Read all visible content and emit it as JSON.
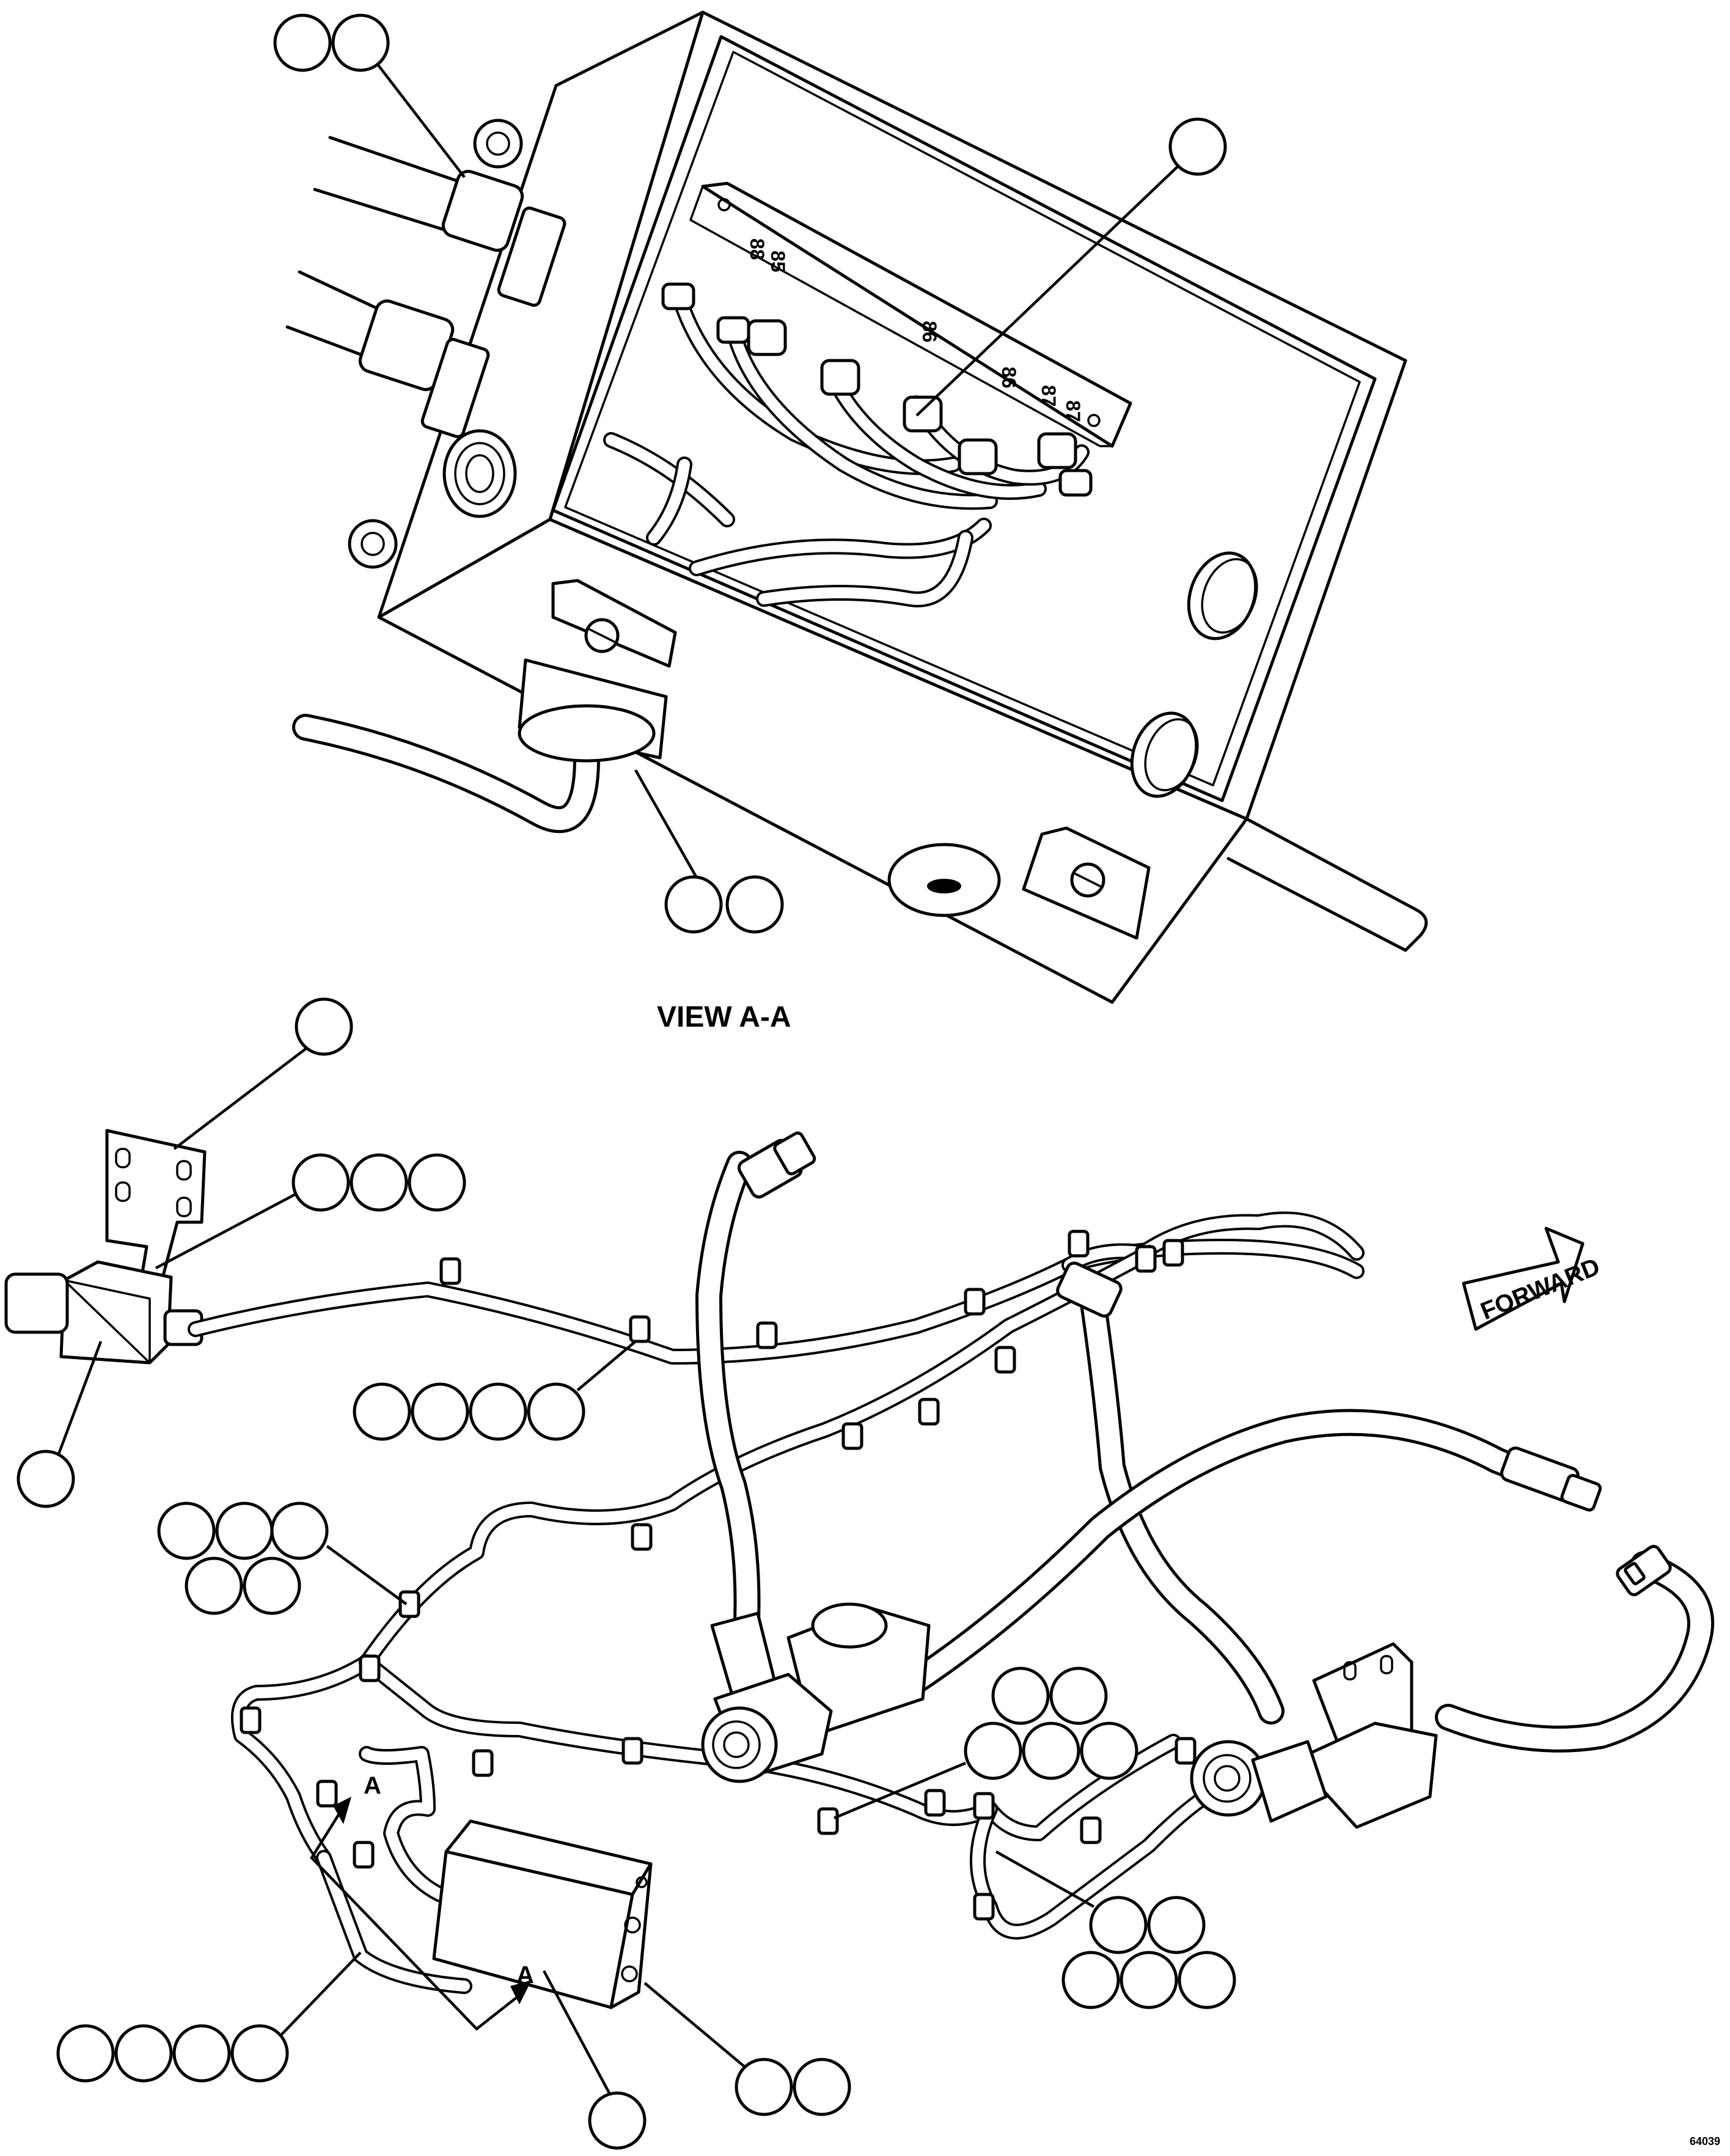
{
  "view_label": "VIEW A-A",
  "section_letter_upper": "A",
  "section_letter_lower": "A",
  "forward_label": "FORWARD",
  "drawing_number": "64039",
  "terminal_labels": [
    "88",
    "85",
    "86",
    "86",
    "87",
    "87"
  ]
}
